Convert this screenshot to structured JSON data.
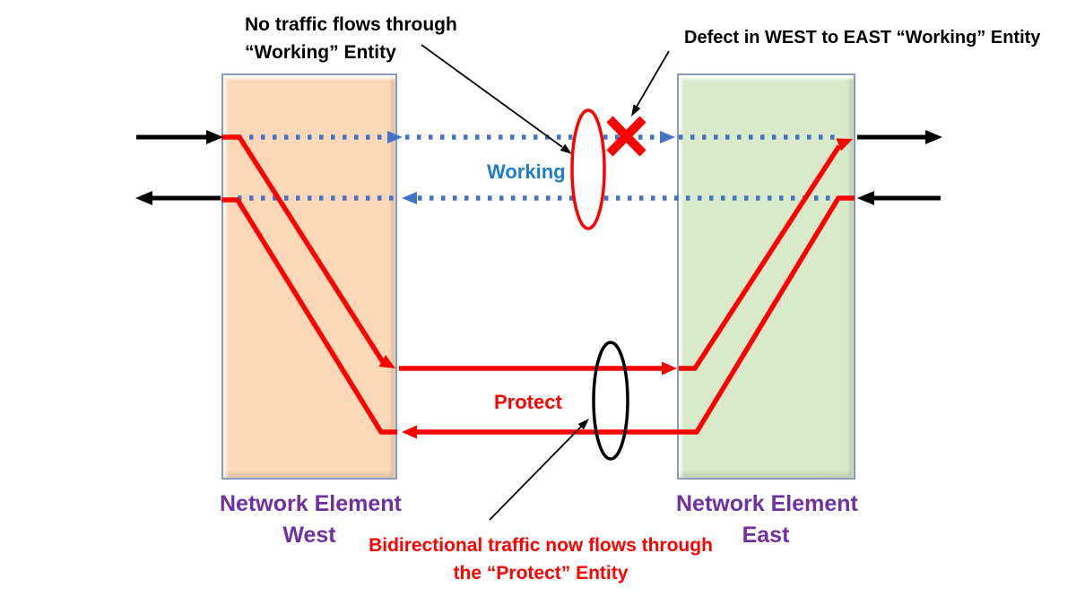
{
  "annotations": {
    "no_traffic_line1": "No traffic flows through",
    "no_traffic_line2": "“Working” Entity",
    "defect": "Defect in WEST to EAST “Working” Entity",
    "bidirectional_line1": "Bidirectional traffic now flows through",
    "bidirectional_line2": "the “Protect” Entity"
  },
  "entities": {
    "working_label": "Working",
    "protect_label": "Protect"
  },
  "nodes": {
    "west_name_line1": "Network Element",
    "west_name_line2": "West",
    "east_name_line1": "Network Element",
    "east_name_line2": "East"
  },
  "colors": {
    "working_path": "#4472C4",
    "working_label_text": "#1F7CC8",
    "protect_path": "#FF0000",
    "defect_x_mark": "#FF0000",
    "alert_text": "#FF0000",
    "annotation_text": "#000000",
    "node_label_text": "#7030A0",
    "west_node_fill": "#FBD9B8",
    "east_node_fill": "#D9EACA",
    "node_border": "#8A9BB8",
    "traffic_arrow": "#000000"
  }
}
